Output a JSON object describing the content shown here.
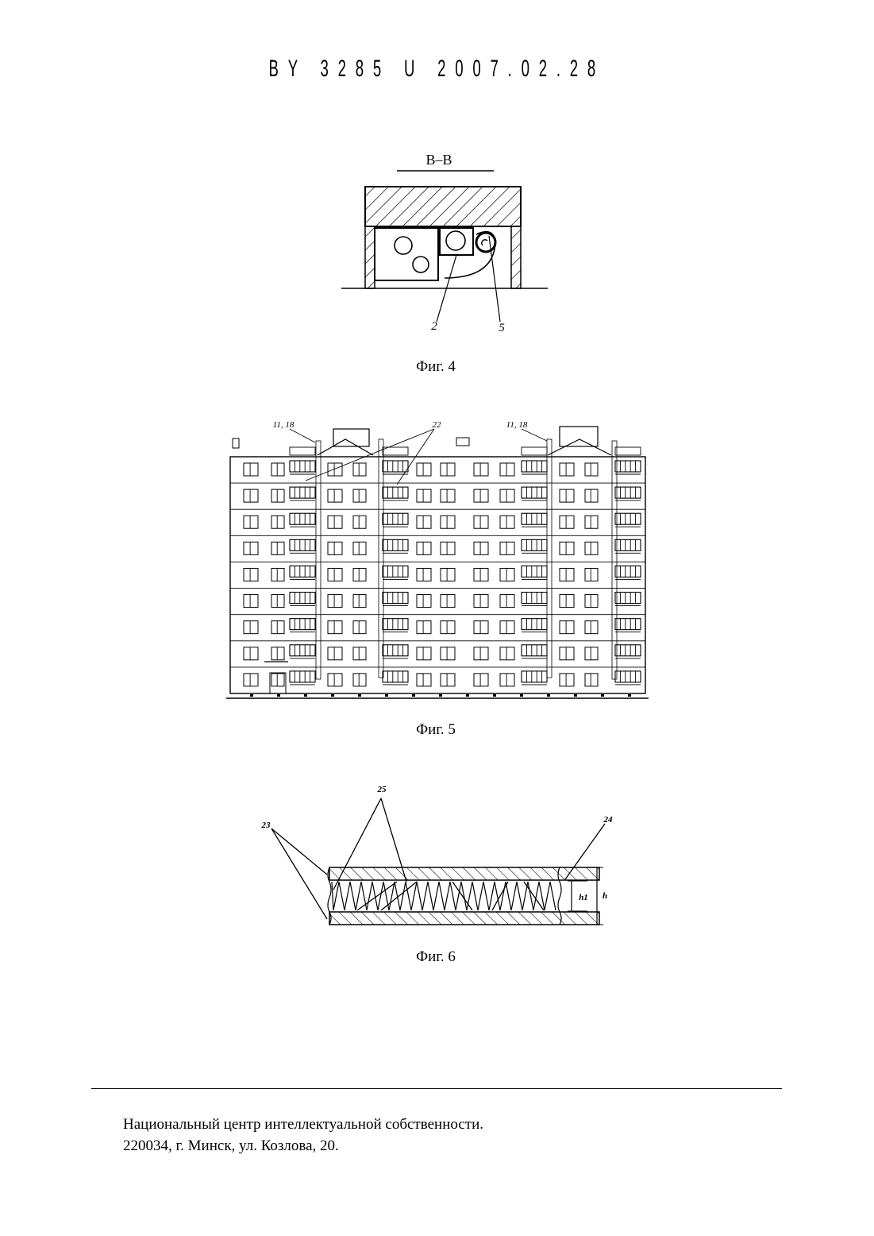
{
  "header": {
    "doc_id": "BY 3285 U 2007.02.28"
  },
  "fig4": {
    "section_label": "B–B",
    "label_a": "2",
    "label_b": "5",
    "caption": "Фиг. 4"
  },
  "fig5": {
    "label_left": "11, 18",
    "label_mid": "22",
    "label_right": "11, 18",
    "caption": "Фиг. 5"
  },
  "fig6": {
    "label_23": "23",
    "label_25": "25",
    "label_24": "24",
    "label_h1": "h1",
    "label_h": "h",
    "caption": "Фиг. 6"
  },
  "footer": {
    "line1": "Национальный центр интеллектуальной собственности.",
    "line2": "220034, г. Минск, ул. Козлова, 20."
  }
}
